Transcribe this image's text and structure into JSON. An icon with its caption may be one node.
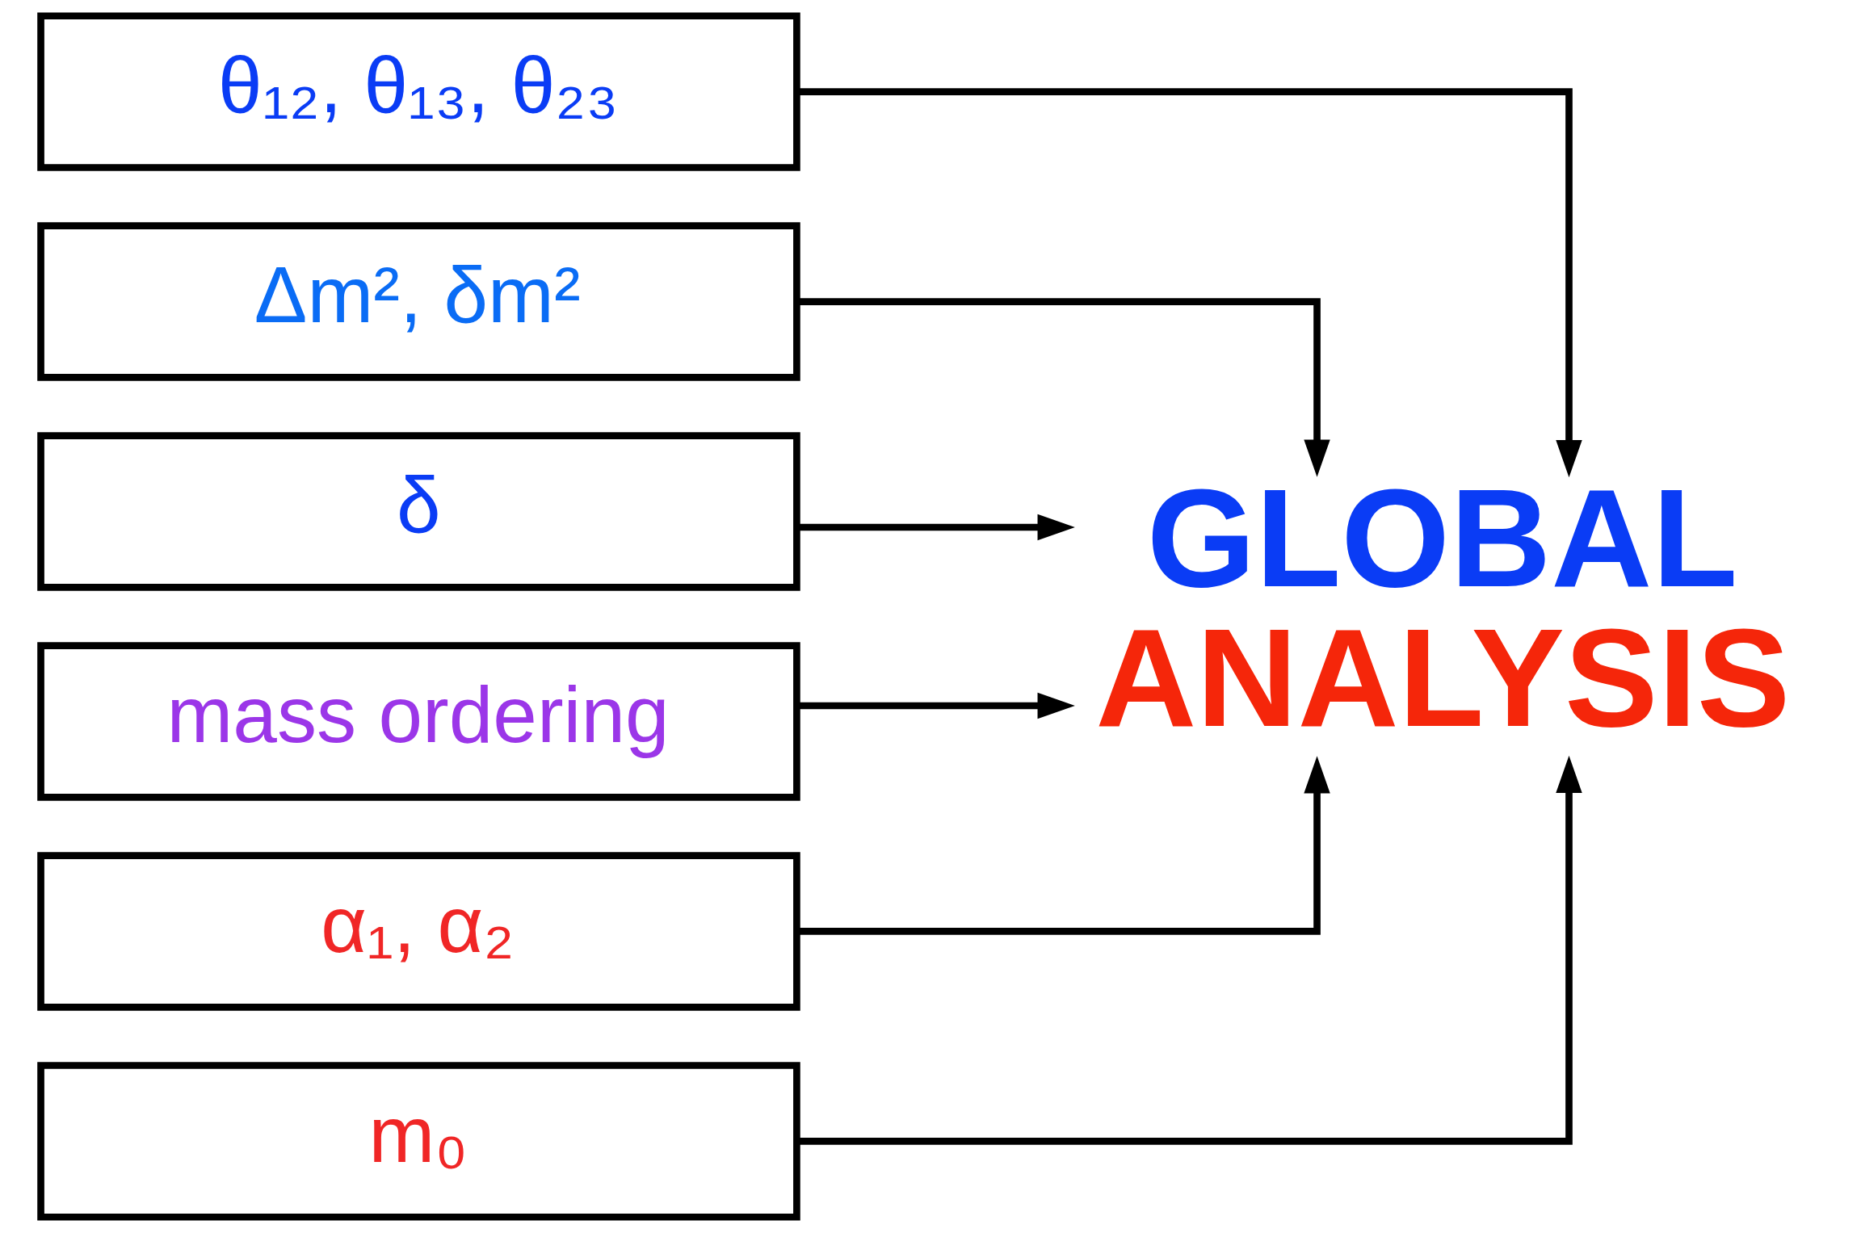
{
  "diagram": {
    "nodes": [
      {
        "text": [
          "θ₁₂, θ₁₃, θ₂₃"
        ]
      },
      {
        "text": [
          "Δm², δm²"
        ]
      },
      {
        "text": [
          "δ"
        ]
      },
      {
        "text": [
          "mass ordering"
        ]
      },
      {
        "text": [
          "α₁, α₂"
        ]
      },
      {
        "text": [
          "m₀"
        ]
      },
      {
        "text": [
          "GLOBAL",
          "ANALYSIS"
        ]
      }
    ],
    "edges": [
      {
        "from": 0,
        "to": 6,
        "arrow": "to"
      },
      {
        "from": 1,
        "to": 6,
        "arrow": "to"
      },
      {
        "from": 2,
        "to": 6,
        "arrow": "to"
      },
      {
        "from": 3,
        "to": 6,
        "arrow": "to"
      },
      {
        "from": 4,
        "to": 6,
        "arrow": "to"
      },
      {
        "from": 5,
        "to": 6,
        "arrow": "to"
      }
    ]
  }
}
